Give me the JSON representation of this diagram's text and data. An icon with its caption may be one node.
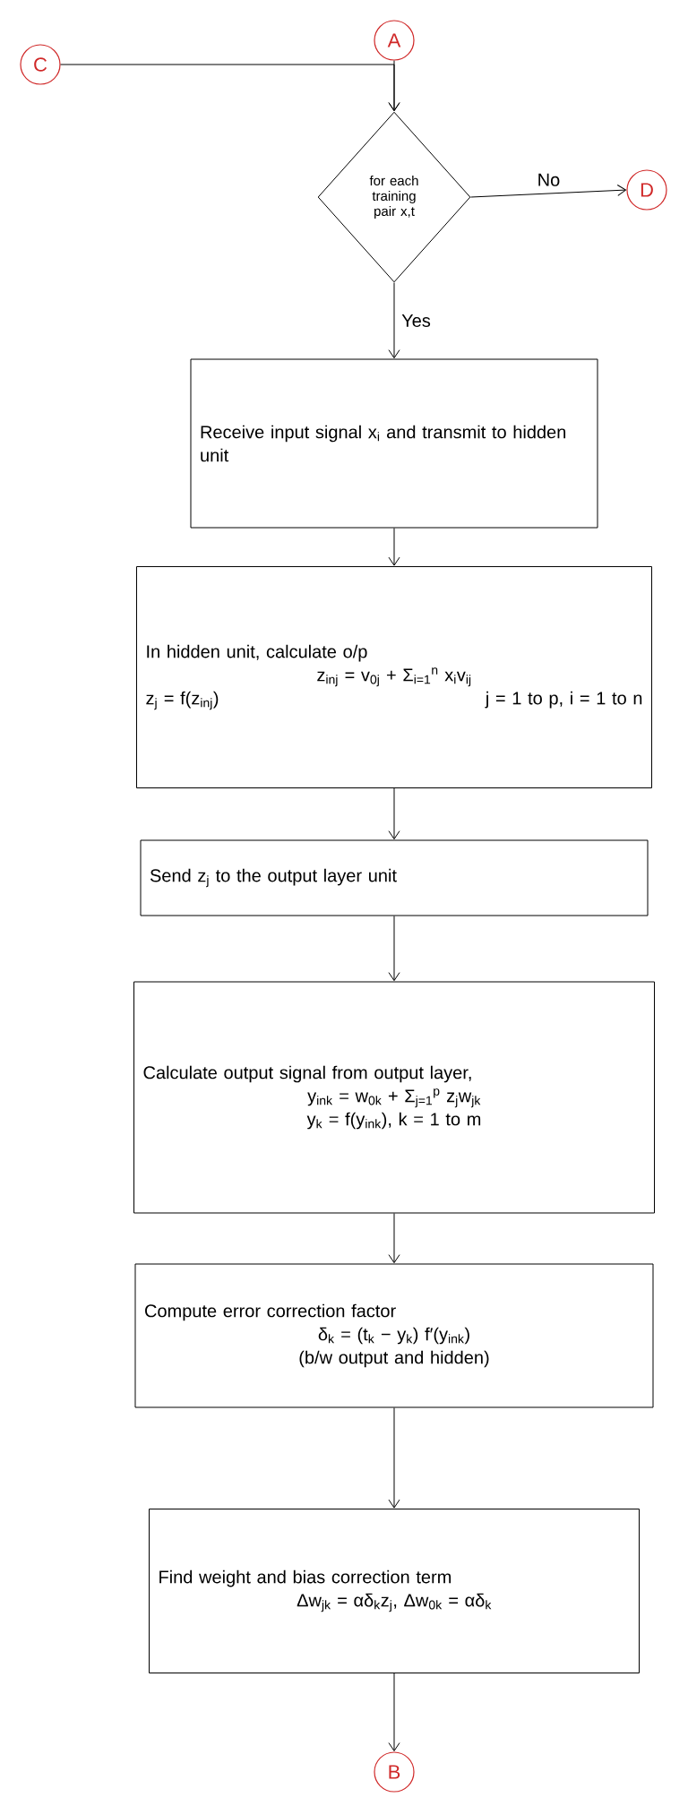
{
  "diagram": {
    "nodes": [
      {
        "text": [
          "A"
        ]
      },
      {
        "text": [
          "C"
        ]
      },
      {
        "text": [
          "for each training pair x,t"
        ]
      },
      {
        "text": [
          "D"
        ]
      },
      {
        "text": [
          "Receive input signal x$_{i}$ and transmit to hidden unit"
        ]
      },
      {
        "text": [
          "In hidden unit, calculate o/p",
          "z$_{inj}$ = v$_{0j}$ + Σ$_{i=1}$$^{n}$ x$_{i}$v$_{ij}$",
          "z$_{j}$ = f(z$_{inj}$)",
          "j = 1 to p, i = 1 to n"
        ]
      },
      {
        "text": [
          "Send z$_{j}$ to the output layer unit"
        ]
      },
      {
        "text": [
          "Calculate output signal from output layer,",
          "y$_{ink}$ = w$_{0k}$ + Σ$_{j=1}$$^{p}$ z$_{j}$w$_{jk}$",
          "y$_{k}$ = f(y$_{ink}$), k = 1 to m"
        ]
      },
      {
        "text": [
          "Compute error correction factor",
          "δ$_{k}$ = (t$_{k}$ − y$_{k}$) f′(y$_{ink}$)",
          "(b/w output and hidden)"
        ]
      },
      {
        "text": [
          "Find weight and bias correction term",
          "Δw$_{jk}$ = αδ$_{k}$z$_{j}$, Δw$_{0k}$ = αδ$_{k}$"
        ]
      },
      {
        "text": [
          "B"
        ]
      }
    ],
    "edges": [
      {
        "from": 0,
        "to": 2,
        "arrow": "to"
      },
      {
        "from": 1,
        "to": 2,
        "arrow": "to"
      },
      {
        "from": 2,
        "to": 3,
        "arrow": "to",
        "label": "No"
      },
      {
        "from": 2,
        "to": 4,
        "arrow": "to",
        "label": "Yes"
      },
      {
        "from": 4,
        "to": 5,
        "arrow": "to"
      },
      {
        "from": 5,
        "to": 6,
        "arrow": "to"
      },
      {
        "from": 6,
        "to": 7,
        "arrow": "to"
      },
      {
        "from": 7,
        "to": 8,
        "arrow": "to"
      },
      {
        "from": 8,
        "to": 9,
        "arrow": "to"
      },
      {
        "from": 9,
        "to": 10,
        "arrow": "to"
      }
    ]
  }
}
